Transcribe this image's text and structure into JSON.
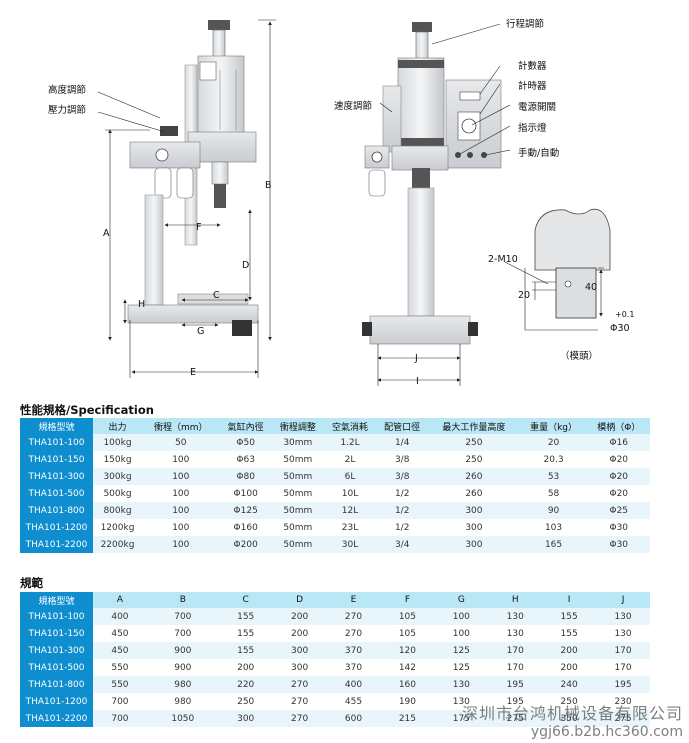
{
  "callouts": {
    "height_adjust": "高度調節",
    "pressure_adjust": "壓力調節",
    "speed_adjust": "速度調節",
    "stroke_adjust": "行程調節",
    "counter": "計數器",
    "timer": "計時器",
    "power_switch": "電源開關",
    "indicator": "指示燈",
    "manual_auto": "手動/自動",
    "thread": "2-M10",
    "tol": "+0.1",
    "mold_head": "（模頭）"
  },
  "dims": {
    "A": "A",
    "B": "B",
    "C": "C",
    "D": "D",
    "E": "E",
    "F": "F",
    "G": "G",
    "H": "H",
    "I": "I",
    "J": "J",
    "d20": "20",
    "d40": "40",
    "d30": "Φ30"
  },
  "performance": {
    "title": "性能規格/Specification",
    "headers": [
      "規格型號",
      "出力",
      "衝程（mm）",
      "氣缸內徑",
      "衝程調整",
      "空氣消耗",
      "配管口徑",
      "最大工作量高度",
      "重量（kg）",
      "模柄（Φ）"
    ],
    "rows": [
      [
        "THA101-100",
        "100kg",
        "50",
        "Φ50",
        "30mm",
        "1.2L",
        "1/4",
        "250",
        "20",
        "Φ16"
      ],
      [
        "THA101-150",
        "150kg",
        "100",
        "Φ63",
        "50mm",
        "2L",
        "3/8",
        "250",
        "20.3",
        "Φ20"
      ],
      [
        "THA101-300",
        "300kg",
        "100",
        "Φ80",
        "50mm",
        "6L",
        "3/8",
        "260",
        "53",
        "Φ20"
      ],
      [
        "THA101-500",
        "500kg",
        "100",
        "Φ100",
        "50mm",
        "10L",
        "1/2",
        "260",
        "58",
        "Φ20"
      ],
      [
        "THA101-800",
        "800kg",
        "100",
        "Φ125",
        "50mm",
        "12L",
        "1/2",
        "300",
        "90",
        "Φ25"
      ],
      [
        "THA101-1200",
        "1200kg",
        "100",
        "Φ160",
        "50mm",
        "23L",
        "1/2",
        "300",
        "103",
        "Φ30"
      ],
      [
        "THA101-2200",
        "2200kg",
        "100",
        "Φ200",
        "50mm",
        "30L",
        "3/4",
        "300",
        "165",
        "Φ30"
      ]
    ]
  },
  "dimensions": {
    "title": "規範",
    "headers": [
      "規格型號",
      "A",
      "B",
      "C",
      "D",
      "E",
      "F",
      "G",
      "H",
      "I",
      "J"
    ],
    "rows": [
      [
        "THA101-100",
        "400",
        "700",
        "155",
        "200",
        "270",
        "105",
        "100",
        "130",
        "155",
        "130"
      ],
      [
        "THA101-150",
        "450",
        "700",
        "155",
        "200",
        "270",
        "105",
        "100",
        "130",
        "155",
        "130"
      ],
      [
        "THA101-300",
        "450",
        "900",
        "155",
        "300",
        "370",
        "120",
        "125",
        "170",
        "200",
        "170"
      ],
      [
        "THA101-500",
        "550",
        "900",
        "200",
        "300",
        "370",
        "142",
        "125",
        "170",
        "200",
        "170"
      ],
      [
        "THA101-800",
        "550",
        "980",
        "220",
        "270",
        "400",
        "160",
        "130",
        "195",
        "240",
        "195"
      ],
      [
        "THA101-1200",
        "700",
        "980",
        "250",
        "270",
        "455",
        "190",
        "130",
        "195",
        "250",
        "230"
      ],
      [
        "THA101-2200",
        "700",
        "1050",
        "300",
        "270",
        "600",
        "215",
        "175",
        "275",
        "350",
        "275"
      ]
    ]
  },
  "watermark": {
    "line1": "深圳市台鸿机械设备有限公司",
    "line2": "ygj66.b2b.hc360.com"
  }
}
